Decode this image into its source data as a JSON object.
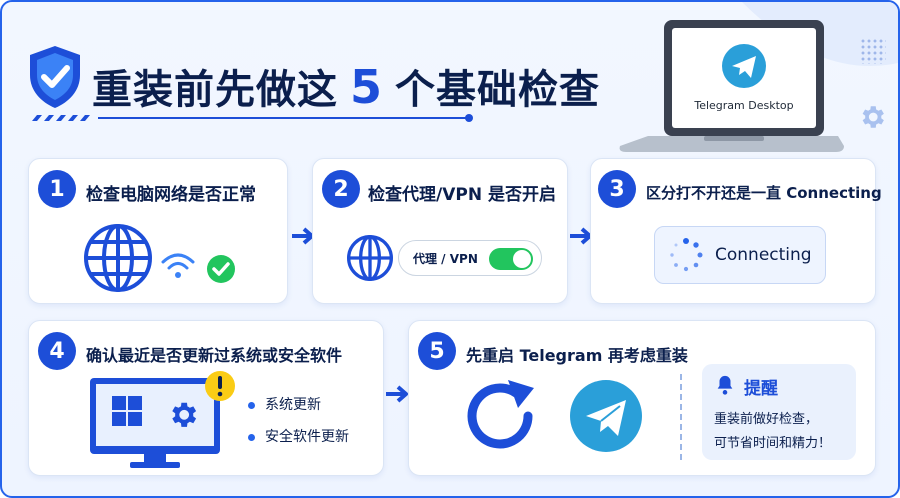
{
  "title": {
    "prefix": "重装前先做这",
    "number": "5",
    "suffix": "个基础检查"
  },
  "laptop": {
    "screen_label": "Telegram Desktop"
  },
  "steps": [
    {
      "num": "1",
      "title": "检查电脑网络是否正常"
    },
    {
      "num": "2",
      "title": "检查代理/VPN 是否开启",
      "toggle_label": "代理 / VPN"
    },
    {
      "num": "3",
      "title": "区分打不开还是一直 Connecting",
      "status": "Connecting"
    },
    {
      "num": "4",
      "title": "确认最近是否更新过系统或安全软件",
      "bullets": [
        "系统更新",
        "安全软件更新"
      ]
    },
    {
      "num": "5",
      "title": "先重启 Telegram 再考虑重装"
    }
  ],
  "tip": {
    "title": "提醒",
    "lines": [
      "重装前做好检查，",
      "可节省时间和精力！"
    ]
  },
  "colors": {
    "primary": "#1d4ed8",
    "accent": "#2a9fd9",
    "success": "#22c55e",
    "warning": "#facc15",
    "text": "#0b1f4d"
  }
}
